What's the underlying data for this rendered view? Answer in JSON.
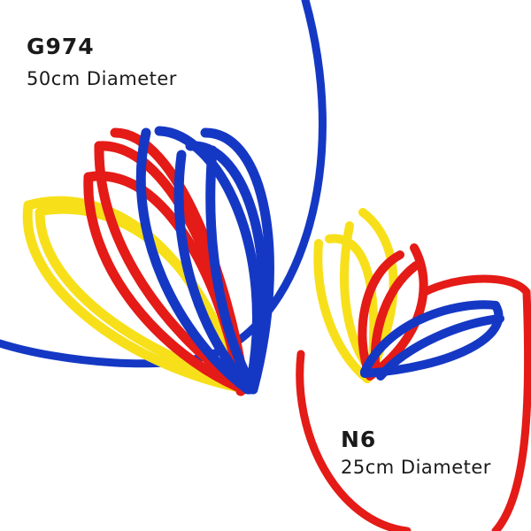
{
  "products": [
    {
      "code": "G974",
      "size": "50cm Diameter"
    },
    {
      "code": "N6",
      "size": "25cm Diameter"
    }
  ],
  "colors": {
    "blue": "#1538c4",
    "red": "#e41b17",
    "yellow": "#f7e01a",
    "background": "#ffffff",
    "text": "#1a1a1a"
  },
  "image": {
    "subject": "Sets of segmented plastic hoops in blue, red and yellow shown fanned out, with one large assembled blue hoop and one smaller assembled red hoop."
  }
}
